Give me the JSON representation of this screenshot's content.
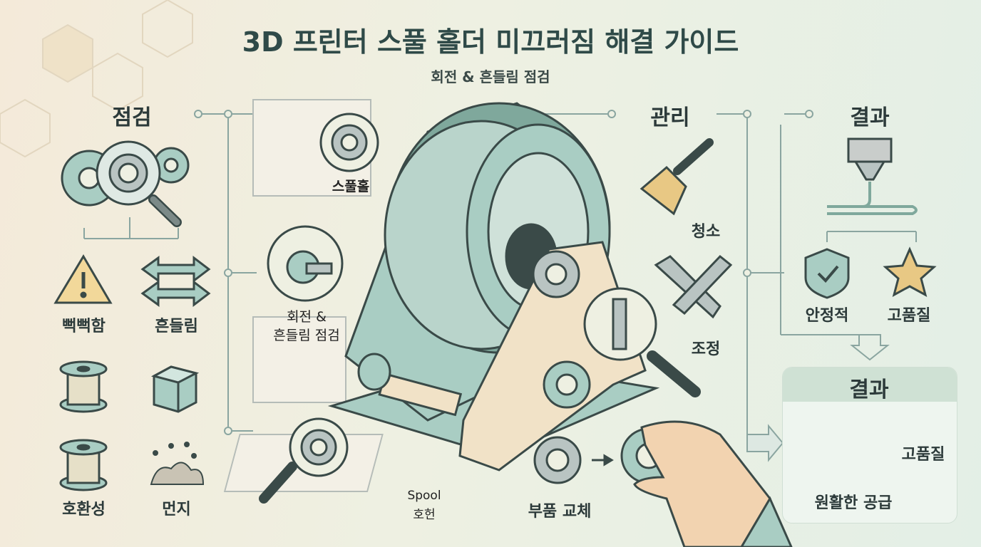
{
  "title": "3D 프린터 스풀 홀더 미끄러짐 해결 가이드",
  "subtitle": "회전 & 흔들림 점검",
  "sections": {
    "inspect": {
      "heading": "점검",
      "items": [
        "뻑뻑함",
        "흔들림",
        "호환성",
        "먼지"
      ]
    },
    "manage": {
      "heading": "관리",
      "items": [
        "청소",
        "조정"
      ]
    },
    "result": {
      "heading": "결과",
      "items": [
        "안정적",
        "고품질"
      ]
    },
    "result_box": {
      "heading": "결과",
      "caption": "원활한 공급",
      "side_label": "고품질"
    }
  },
  "center_labels": {
    "spool_groove": "스풀홀",
    "rotation_check": "회전 &\n흔들림 점검",
    "spool_compat_1": "Spool",
    "spool_compat_2": "호헌",
    "parts_replace": "부품 교체"
  },
  "colors": {
    "mint": "#a9cdc3",
    "mint_dark": "#7fa89c",
    "cream": "#f1e2c7",
    "outline": "#3a4a48",
    "warning": "#f2d89a"
  }
}
